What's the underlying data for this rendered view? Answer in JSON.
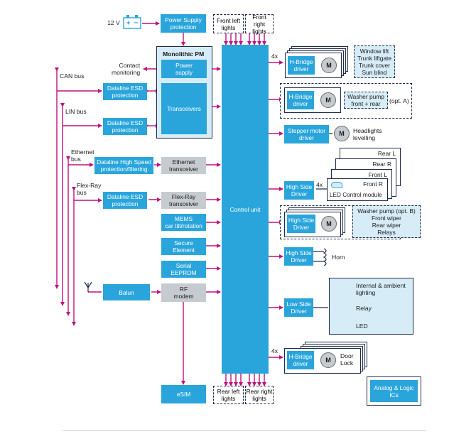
{
  "supply": {
    "battery": "12 V",
    "power_supply_protection": "Power Supply\nprotection"
  },
  "lights": {
    "front_left": "Front left\nlights",
    "front_right": "Front right\nlights",
    "rear_left": "Rear left\nlights",
    "rear_right": "Rear right\nlights"
  },
  "monolithic_pm": {
    "title": "Monolithic PM",
    "power_supply": "Power\nsupply",
    "transceivers": "Transceivers",
    "contact_monitoring": "Contact\nmonitoring"
  },
  "buses": {
    "can": "CAN bus",
    "lin": "LIN bus",
    "ethernet": "Ethernet\nbus",
    "flexray": "Flex-Ray\nbus"
  },
  "left_blocks": {
    "dataline_esd_1": "Dataline ESD\nprotection",
    "dataline_esd_2": "Dataline ESD\nprotection",
    "dataline_high_speed": "Dataline High Speed\nprotection/filtering",
    "ethernet_transceiver": "Ethernet\ntransceiver",
    "dataline_esd_3": "Dataline ESD\nprotection",
    "flexray_transceiver": "Flex-Ray\ntransceiver",
    "mems": "MEMS\ncar tilt/rotation",
    "secure_element": "Secure\nElement",
    "serial_eeprom": "Serial\nEEPROM",
    "balun": "Balun",
    "rf_modem": "RF\nmodem",
    "esim": "eSIM"
  },
  "control_unit": "Control unit",
  "right_blocks": {
    "hbridge_1": {
      "multiplier": "4x",
      "driver": "H-Bridge\ndriver",
      "motor": "M",
      "loads": "Window lift\nTrunk liftgate\nTrunk cover\nSun blind"
    },
    "hbridge_2": {
      "driver": "H-Bridge\ndriver",
      "motor": "M",
      "loads": "Washer pump\nfront + rear",
      "option": "(opt. A)"
    },
    "stepper": {
      "driver": "Stepper motor\ndriver",
      "motor": "M",
      "load": "Headlights\nlevelling"
    },
    "high_side_1": {
      "driver": "High Side\nDriver",
      "multiplier": "4x",
      "lamps": [
        "Rear L",
        "Rear R",
        "Front L",
        "Front R"
      ],
      "led_module": "LED Control module"
    },
    "high_side_2": {
      "driver": "High Side\nDriver",
      "motor": "M",
      "loads": "Washer pump (opt. B)\nFront wiper\nRear wiper\nRelays"
    },
    "high_side_3": {
      "driver": "High Side\nDriver",
      "load": "Horn"
    },
    "low_side": {
      "driver": "Low Side\nDriver",
      "loads": [
        "Internal & ambient\nlighting",
        "Relay",
        "LED"
      ]
    },
    "hbridge_3": {
      "multiplier": "4x",
      "driver": "H-Bridge\ndriver",
      "motor": "M",
      "load": "Door\nLock"
    }
  },
  "legend": {
    "analog_logic": "Analog & Logic\nICs"
  },
  "colors": {
    "st_blue": "#2aa5dc",
    "gray_block": "#c6cbd0",
    "light_blue": "#d6ecf7",
    "magenta": "#c0117f",
    "navy": "#1e2b4a"
  }
}
